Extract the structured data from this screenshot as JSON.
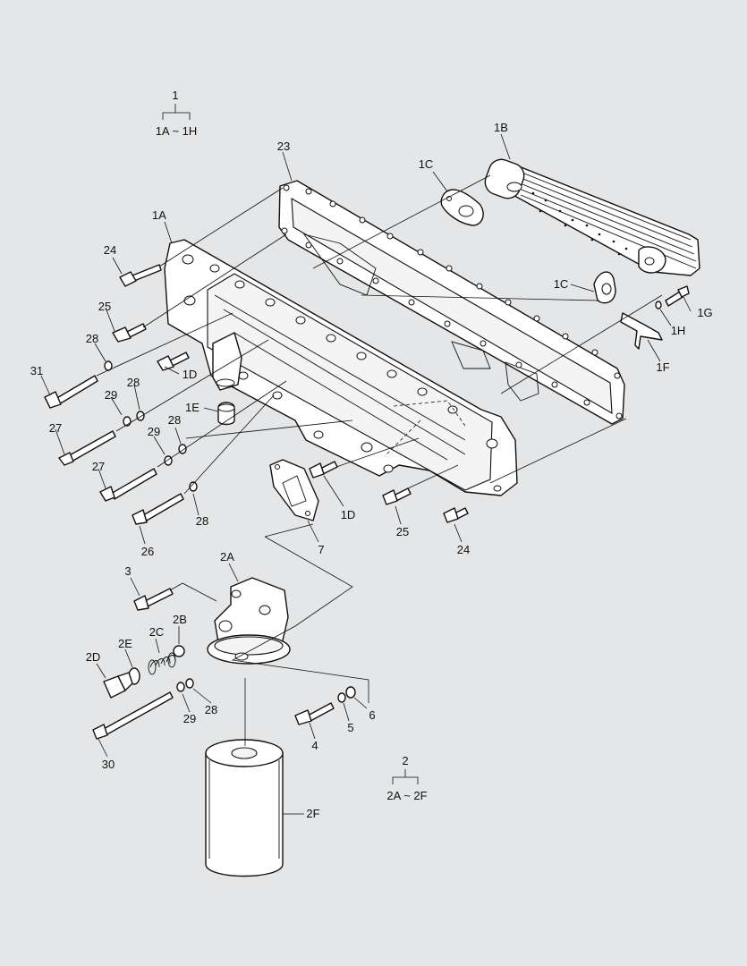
{
  "groups": [
    {
      "id": "group-1",
      "number": "1",
      "range": "1A ~ 1H"
    },
    {
      "id": "group-2",
      "number": "2",
      "range": "2A ~ 2F"
    }
  ],
  "callouts": {
    "c23": "23",
    "c1b": "1B",
    "c1c_top": "1C",
    "c1a": "1A",
    "c24_top": "24",
    "c1c_right": "1C",
    "c1g": "1G",
    "c1h": "1H",
    "c25_top": "25",
    "c28_a": "28",
    "c1f": "1F",
    "c31": "31",
    "c1d_top": "1D",
    "c29_a": "29",
    "c28_b": "28",
    "c1e": "1E",
    "c28_c": "28",
    "c27_a": "27",
    "c29_b": "29",
    "c27_b": "27",
    "c1d_bottom": "1D",
    "c28_d": "28",
    "c25_bottom": "25",
    "c26": "26",
    "c7": "7",
    "c24_bottom": "24",
    "c2a": "2A",
    "c3": "3",
    "c2b": "2B",
    "c2c": "2C",
    "c2e": "2E",
    "c2d": "2D",
    "c29_c": "29",
    "c28_e": "28",
    "c6": "6",
    "c5": "5",
    "c4": "4",
    "c30": "30",
    "c2f": "2F"
  },
  "colors": {
    "background": "#e4e6e7",
    "line": "#111111",
    "part_fill": "#ffffff"
  }
}
